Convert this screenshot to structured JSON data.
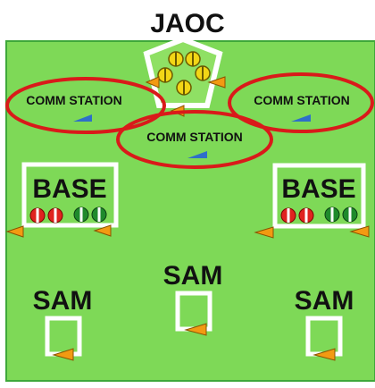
{
  "title": "JAOC",
  "comm_stations": [
    {
      "label": "COMM STATION"
    },
    {
      "label": "COMM STATION"
    },
    {
      "label": "COMM STATION"
    }
  ],
  "bases": [
    {
      "label": "BASE"
    },
    {
      "label": "BASE"
    }
  ],
  "sams": [
    {
      "label": "SAM"
    },
    {
      "label": "SAM"
    },
    {
      "label": "SAM"
    }
  ],
  "colors": {
    "field": "#7ed957",
    "field_border": "#3fa83a",
    "highlight_ring": "#d91a1a",
    "flag": "#f29a12",
    "comm_marker": "#2e6fc9",
    "red_token": "#e0231f",
    "green_token": "#1f8a2c",
    "yellow_token": "#f2d616"
  },
  "icons": [
    "flag-icon",
    "comm-marker-icon",
    "red-token-icon",
    "green-token-icon",
    "yellow-token-icon"
  ]
}
